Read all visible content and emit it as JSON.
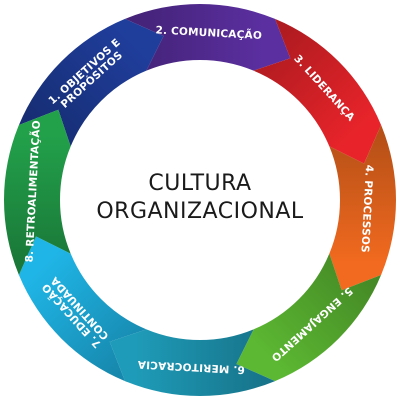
{
  "title": {
    "line1": "CULTURA",
    "line2": "ORGANIZACIONAL"
  },
  "segments": [
    {
      "lines": [
        "1. OBJETIVOS E",
        "PROPÓSITOS"
      ],
      "color": "#1f3d9b"
    },
    {
      "lines": [
        "2. COMUNICAÇÃO"
      ],
      "color": "#5b2fa0"
    },
    {
      "lines": [
        "3. LIDERANÇA"
      ],
      "color": "#e8242a"
    },
    {
      "lines": [
        "4. PROCESSOS"
      ],
      "color": "#f26a1f"
    },
    {
      "lines": [
        "5. ENGAJAMENTO"
      ],
      "color": "#5cb832"
    },
    {
      "lines": [
        "6. MERITOCRACIA"
      ],
      "color": "#1e9bb8"
    },
    {
      "lines": [
        "7. EDUCAÇÃO",
        "CONTINUADA"
      ],
      "color": "#1fb5e6"
    },
    {
      "lines": [
        "8. RETROALIMENTAÇÃO"
      ],
      "color": "#22a04a"
    }
  ]
}
